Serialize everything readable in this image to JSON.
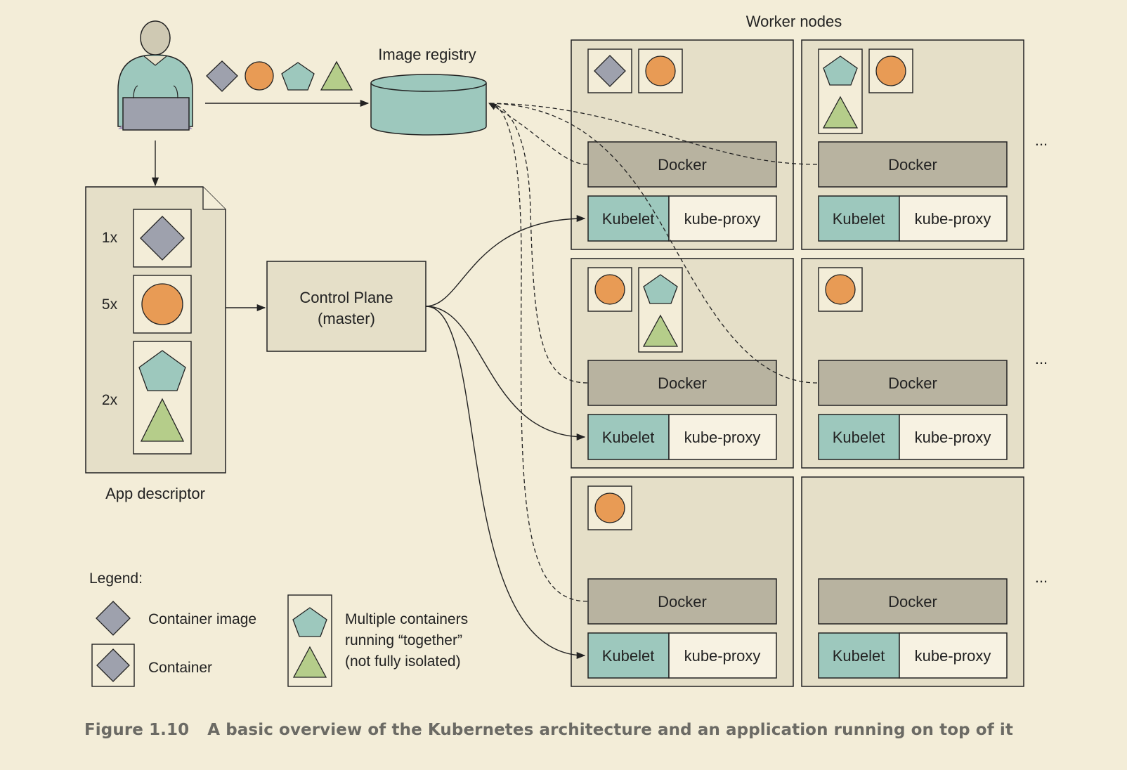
{
  "labels": {
    "worker_nodes": "Worker nodes",
    "image_registry": "Image registry",
    "app_descriptor": "App descriptor",
    "control_plane_line1": "Control Plane",
    "control_plane_line2": "(master)",
    "docker": "Docker",
    "kubelet": "Kubelet",
    "kube_proxy": "kube-proxy",
    "ellipsis": "..."
  },
  "app_descriptor": {
    "rows": [
      {
        "count": "1x",
        "shape": "diamond"
      },
      {
        "count": "5x",
        "shape": "circle"
      },
      {
        "count": "2x",
        "shape": "pentagon+triangle"
      }
    ]
  },
  "legend": {
    "title": "Legend:",
    "container_image": "Container image",
    "container": "Container",
    "multi_line1": "Multiple containers",
    "multi_line2": "running “together”",
    "multi_line3": "(not fully isolated)"
  },
  "caption": {
    "number": "Figure 1.10",
    "text": "A basic overview of the Kubernetes architecture and an application running on top of it"
  },
  "colors": {
    "background": "#f3edd8",
    "node_fill": "#e5dfc8",
    "docker_fill": "#b8b3a0",
    "kubelet_fill": "#9dc8bd",
    "kube_proxy_fill": "#f7f2e2",
    "diamond": "#9ea1ad",
    "circle": "#e89b55",
    "pentagon": "#9dc8bd",
    "triangle": "#b5cd8a",
    "registry": "#9dc8bd",
    "caption": "#6b6a64"
  }
}
